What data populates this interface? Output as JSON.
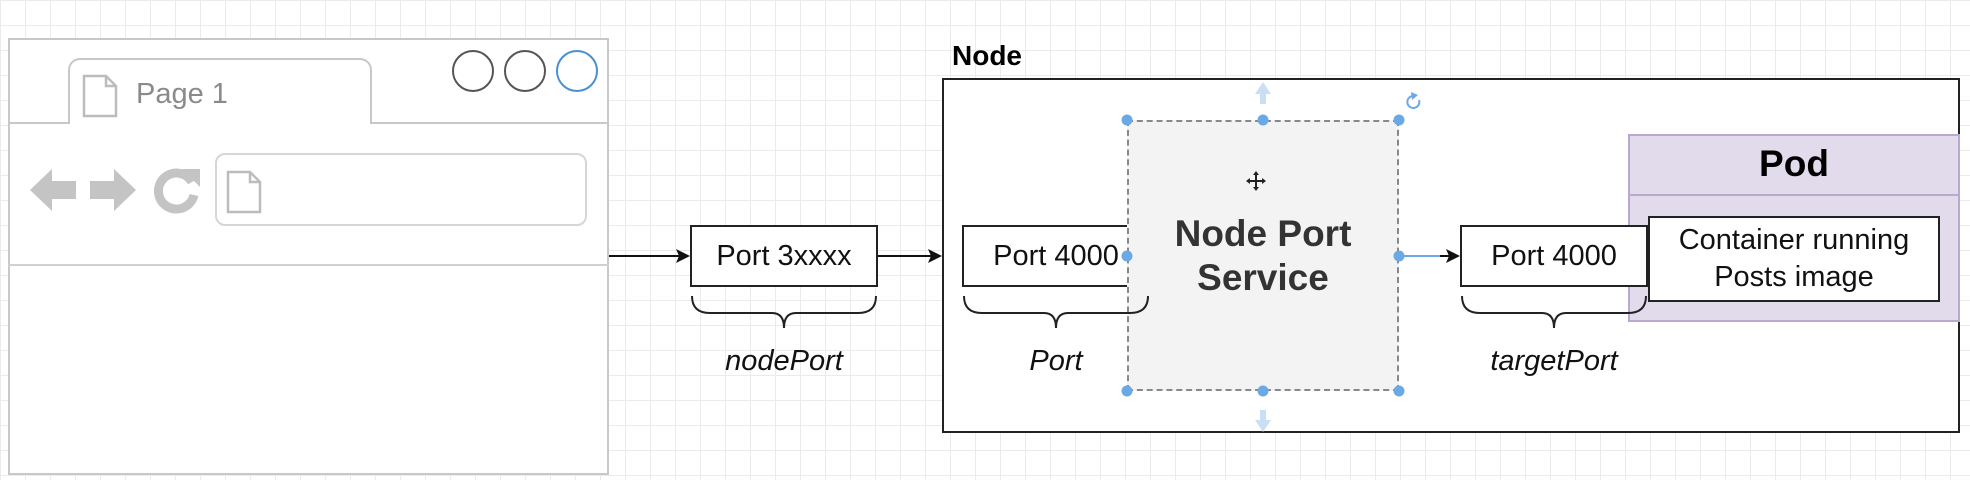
{
  "browser": {
    "tab_label": "Page 1",
    "icons": [
      "document-icon",
      "back-arrow-icon",
      "forward-arrow-icon",
      "reload-icon",
      "window-control-icon"
    ]
  },
  "diagram": {
    "node_port_box": "Port 3xxxx",
    "node_port_label": "nodePort",
    "node_title": "Node",
    "service_port_box": "Port 4000",
    "service_port_label": "Port",
    "service_title_line1": "Node Port",
    "service_title_line2": "Service",
    "target_port_box": "Port 4000",
    "target_port_label": "targetPort",
    "pod_title": "Pod",
    "container_line1": "Container running",
    "container_line2": "Posts image"
  },
  "colors": {
    "selection_handle": "#6aa9e6",
    "pod_fill": "#e2dbec",
    "service_fill": "#f3f3f3"
  }
}
